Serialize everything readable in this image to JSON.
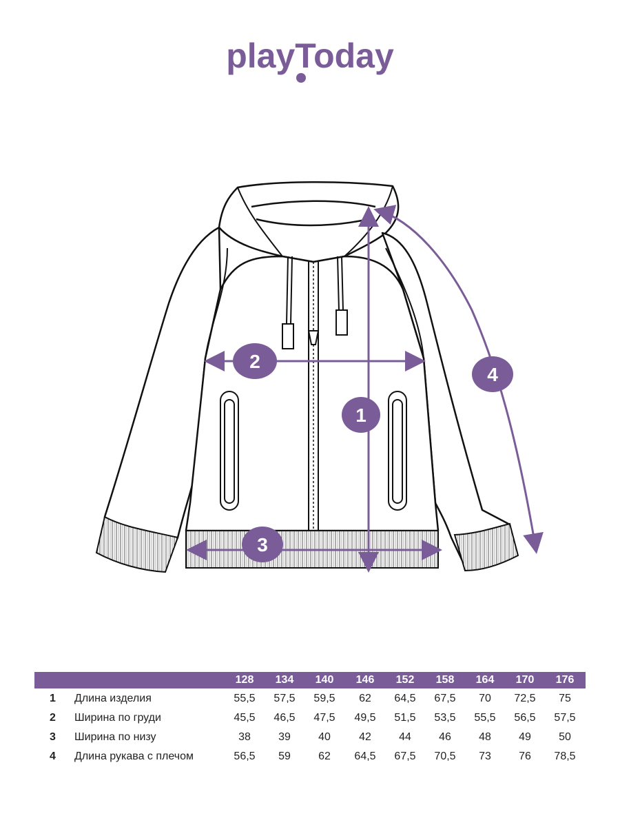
{
  "brand": {
    "logo_text": "playToday",
    "color": "#7a5c99"
  },
  "diagram": {
    "line_color": "#111111",
    "measure_color": "#7a5c99",
    "markers": [
      "1",
      "2",
      "3",
      "4"
    ]
  },
  "table": {
    "sizes": [
      "128",
      "134",
      "140",
      "146",
      "152",
      "158",
      "164",
      "170",
      "176"
    ],
    "rows": [
      {
        "num": "1",
        "label": "Длина изделия",
        "values": [
          "55,5",
          "57,5",
          "59,5",
          "62",
          "64,5",
          "67,5",
          "70",
          "72,5",
          "75"
        ]
      },
      {
        "num": "2",
        "label": "Ширина по груди",
        "values": [
          "45,5",
          "46,5",
          "47,5",
          "49,5",
          "51,5",
          "53,5",
          "55,5",
          "56,5",
          "57,5"
        ]
      },
      {
        "num": "3",
        "label": "Ширина по низу",
        "values": [
          "38",
          "39",
          "40",
          "42",
          "44",
          "46",
          "48",
          "49",
          "50"
        ]
      },
      {
        "num": "4",
        "label": "Длина рукава с плечом",
        "values": [
          "56,5",
          "59",
          "62",
          "64,5",
          "67,5",
          "70,5",
          "73",
          "76",
          "78,5"
        ]
      }
    ]
  }
}
